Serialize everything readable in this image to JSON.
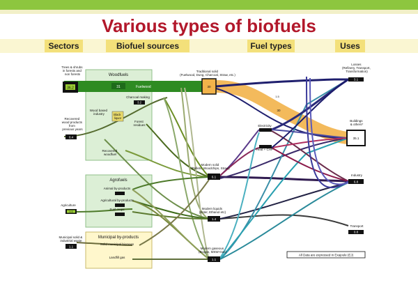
{
  "title": "Various types of biofuels",
  "headers": {
    "sectors": "Sectors",
    "biofuel_sources": "Biofuel sources",
    "fuel_types": "Fuel types",
    "uses": "Uses"
  },
  "sectors": {
    "trees": [
      "Trees & shrubs",
      "in forests and",
      "non forests"
    ],
    "recovered": [
      "Recovered",
      "wood products",
      "from",
      "previous years"
    ],
    "agriculture": "Agriculture",
    "municipal": [
      "Municipal solid &",
      "industrial waste"
    ]
  },
  "groups": {
    "woodfuels": "Woodfuels",
    "agrofuels": "Agrofuels",
    "municipal": "Municipal by-products"
  },
  "sources": {
    "fuelwood": "Fuelwood",
    "charcoal_making": "Charcoal making",
    "wood_based_industry": [
      "Wood based",
      "industry"
    ],
    "black_liquor": [
      "Black",
      "liquor"
    ],
    "forest_residues": [
      "Forest",
      "residues"
    ],
    "recovered_woodfuel": [
      "Recovered",
      "woodfuel"
    ],
    "animal_byproducts": "Animal by-products",
    "agricultural_byproducts": "Agricultural by-products",
    "fuel_crops": "Fuel crops",
    "solid_municipal_biomass": "Solid municipal biomass",
    "landfill_gas": "Landfill gas"
  },
  "fuels": {
    "traditional_solid": [
      "Traditional solid",
      "(Fuelwood, Dung, Charcoal, Straw, etc.)"
    ],
    "electricity": "Electricity",
    "heat_chp": "Heat + CHP",
    "modern_solid": [
      "Modern solid",
      "(Pellets, Woodchips, Straw)"
    ],
    "modern_liquids": [
      "Modern liquids",
      "(Ester, Ethanol etc)"
    ],
    "modern_gaseous": [
      "Modern gaseous",
      "(Biogas, MSW-Gas)"
    ]
  },
  "uses": {
    "losses": [
      "Losses",
      "(Refinery, Transport,",
      "Transformation)"
    ],
    "buildings": [
      "Buildings",
      "& others*"
    ],
    "industry": "Industry",
    "transport": "Transport"
  },
  "footnote": "All Data are expressed in Exajoule (EJ)",
  "values": {
    "trees": "36.2",
    "recovered": "0.4",
    "agriculture": "1.1",
    "municipal": "1.1",
    "fuelwood": "31",
    "charcoal": "3.2",
    "traditional_solid": "30",
    "modern_solid": "6.1",
    "modern_liquids": "1.4",
    "modern_gaseous": "1.1",
    "losses": "3.1",
    "buildings": "35.1",
    "industry": "6.8",
    "transport": "0.8",
    "flow_buildings": "30",
    "flow_losses": "1.5"
  },
  "colors": {
    "topbar": "#8dc63f",
    "title": "#b2182b",
    "header": "#f3e07a",
    "wood_flow": "#2e8b22",
    "trad_flow": "#f2b34a",
    "group_fill": "#dcefd6",
    "muni_fill": "#fff7cc"
  }
}
